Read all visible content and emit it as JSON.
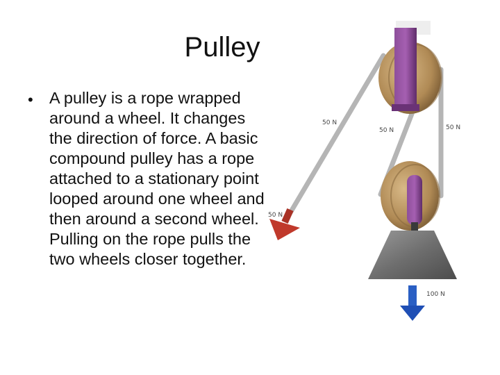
{
  "slide": {
    "title": "Pulley",
    "bullet": "A pulley is a rope wrapped around a wheel. It changes the direction of force. A basic compound pulley has a rope attached to a stationary point looped around one wheel and then around a second wheel. Pulling on the rope pulls the two wheels closer together."
  },
  "diagram": {
    "labels": {
      "rope_left": "50 N",
      "rope_middle": "50 N",
      "rope_right": "50 N",
      "pull_force": "50 N",
      "load_force": "100 N"
    },
    "colors": {
      "wheel": "#b8915c",
      "bracket": "#7a3b86",
      "rope": "#bdbdbd",
      "pull_arrow": "#c0392b",
      "load_arrow": "#1f4fb5",
      "load": "#7a7a7a"
    }
  }
}
